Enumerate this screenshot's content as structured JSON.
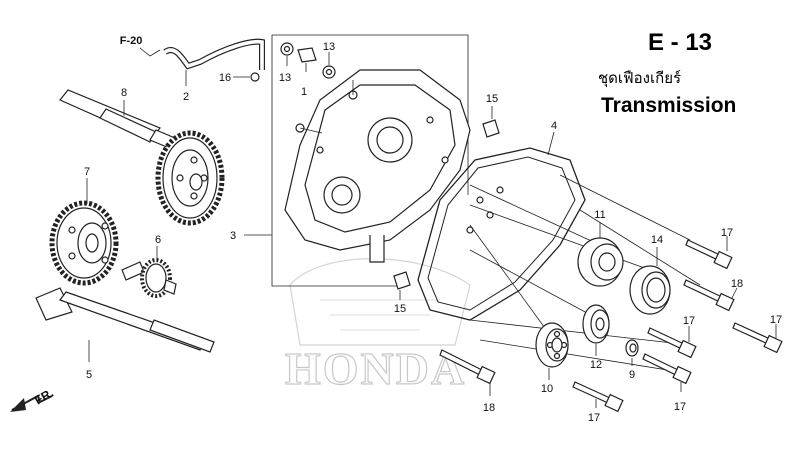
{
  "header": {
    "section_code": "E - 13",
    "thai_title": "ชุดเฟืองเกียร์",
    "english_title": "Transmission"
  },
  "reference": {
    "label": "F-20"
  },
  "direction": {
    "label": "FR."
  },
  "watermark": {
    "brand": "HONDA"
  },
  "callouts": {
    "c1": "1",
    "c2": "2",
    "c3": "3",
    "c4": "4",
    "c5": "5",
    "c6": "6",
    "c7": "7",
    "c8": "8",
    "c9": "9",
    "c10": "10",
    "c11": "11",
    "c12": "12",
    "c13a": "13",
    "c13b": "13",
    "c14": "14",
    "c15a": "15",
    "c15b": "15",
    "c16": "16",
    "c17a": "17",
    "c17b": "17",
    "c17c": "17",
    "c17d": "17",
    "c17e": "17",
    "c18a": "18",
    "c18b": "18"
  }
}
